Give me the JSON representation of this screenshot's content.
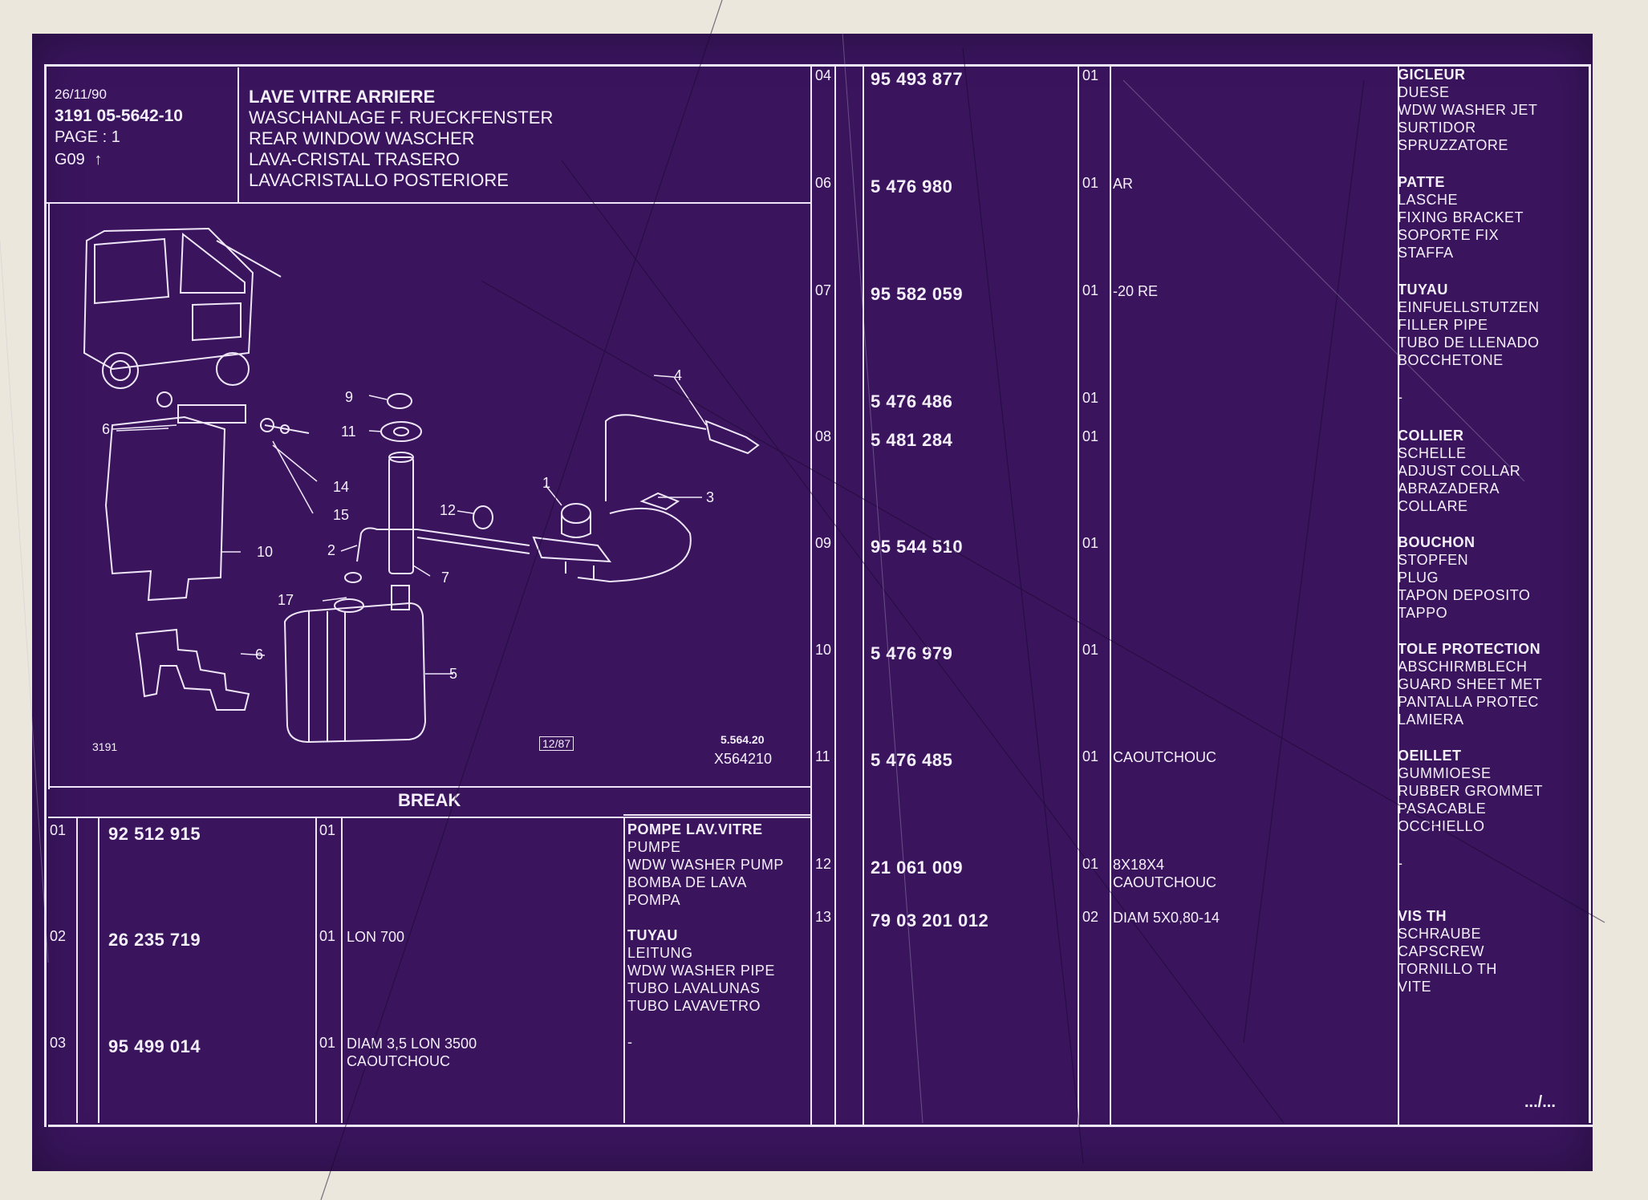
{
  "header": {
    "date": "26/11/90",
    "ref_code": "3191  05-5642-10",
    "page": "PAGE : 1",
    "group": "G09",
    "title_lines": [
      "LAVE VITRE ARRIERE",
      "WASCHANLAGE F. RUECKFENSTER",
      "REAR WINDOW WASCHER",
      "LAVA-CRISTAL TRASERO",
      "LAVACRISTALLO POSTERIORE"
    ]
  },
  "drawing": {
    "callouts": [
      "1",
      "2",
      "3",
      "4",
      "5",
      "6",
      "6",
      "7",
      "9",
      "10",
      "11",
      "12",
      "14",
      "15",
      "17"
    ],
    "code_left": "3191",
    "date_box": "12/87",
    "ref1": "5.564.20",
    "ref2": "X564210"
  },
  "break_label": "BREAK",
  "rows": [
    {
      "idx": "01",
      "part": "92 512 915",
      "qty": "01",
      "note": "",
      "desc": [
        "POMPE LAV.VITRE",
        "PUMPE",
        "WDW WASHER PUMP",
        "BOMBA DE LAVA",
        "POMPA"
      ]
    },
    {
      "idx": "02",
      "part": "26 235 719",
      "qty": "01",
      "note": "LON 700",
      "desc": [
        "TUYAU",
        "LEITUNG",
        "WDW WASHER PIPE",
        "TUBO LAVALUNAS",
        "TUBO LAVAVETRO"
      ]
    },
    {
      "idx": "03",
      "part": "95 499 014",
      "qty": "01",
      "note": "DIAM 3,5 LON 3500\nCAOUTCHOUC",
      "desc": [
        "-"
      ]
    },
    {
      "idx": "04",
      "part": "95 493 877",
      "qty": "01",
      "note": "",
      "desc": [
        "GICLEUR",
        "DUESE",
        "WDW WASHER JET",
        "SURTIDOR",
        "SPRUZZATORE"
      ]
    },
    {
      "idx": "06",
      "part": "5 476 980",
      "qty": "01",
      "note": "AR",
      "desc": [
        "PATTE",
        "LASCHE",
        "FIXING BRACKET",
        "SOPORTE FIX",
        "STAFFA"
      ]
    },
    {
      "idx": "07",
      "part": "95 582 059",
      "qty": "01",
      "note": "-20 RE",
      "desc": [
        "TUYAU",
        "EINFUELLSTUTZEN",
        "FILLER PIPE",
        "TUBO DE LLENADO",
        "BOCCHETONE"
      ]
    },
    {
      "idx": "",
      "part": "5 476 486",
      "qty": "01",
      "note": "",
      "desc": [
        "-"
      ]
    },
    {
      "idx": "08",
      "part": "5 481 284",
      "qty": "01",
      "note": "",
      "desc": [
        "COLLIER",
        "SCHELLE",
        "ADJUST COLLAR",
        "ABRAZADERA",
        "COLLARE"
      ]
    },
    {
      "idx": "09",
      "part": "95 544 510",
      "qty": "01",
      "note": "",
      "desc": [
        "BOUCHON",
        "STOPFEN",
        "PLUG",
        "TAPON DEPOSITO",
        "TAPPO"
      ]
    },
    {
      "idx": "10",
      "part": "5 476 979",
      "qty": "01",
      "note": "",
      "desc": [
        "TOLE PROTECTION",
        "ABSCHIRMBLECH",
        "GUARD SHEET MET",
        "PANTALLA PROTEC",
        "LAMIERA"
      ]
    },
    {
      "idx": "11",
      "part": "5 476 485",
      "qty": "01",
      "note": "CAOUTCHOUC",
      "desc": [
        "OEILLET",
        "GUMMIOESE",
        "RUBBER GROMMET",
        "PASACABLE",
        "OCCHIELLO"
      ]
    },
    {
      "idx": "12",
      "part": "21 061 009",
      "qty": "01",
      "note": "8X18X4\nCAOUTCHOUC",
      "desc": [
        "-"
      ]
    },
    {
      "idx": "13",
      "part": "79 03 201 012",
      "qty": "02",
      "note": "DIAM 5X0,80-14",
      "desc": [
        "VIS TH",
        "SCHRAUBE",
        "CAPSCREW",
        "TORNILLO TH",
        "VITE"
      ]
    }
  ],
  "continue_mark": ".../...",
  "colors": {
    "background": "#3a155e",
    "ink": "#eee6f6",
    "paper": "#ece7dc"
  }
}
